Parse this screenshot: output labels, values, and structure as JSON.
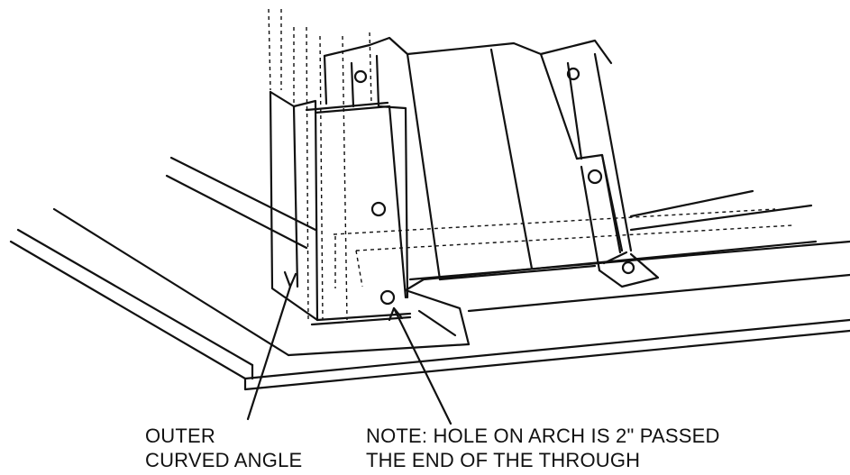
{
  "labels": {
    "outer_curved_angle": {
      "line1": "OUTER",
      "line2": "CURVED ANGLE"
    },
    "note": {
      "line1": "NOTE: HOLE ON ARCH IS 2\" PASSED",
      "line2": "THE END OF THE THROUGH"
    }
  },
  "colors": {
    "ink": "#111111",
    "paper": "#ffffff"
  }
}
